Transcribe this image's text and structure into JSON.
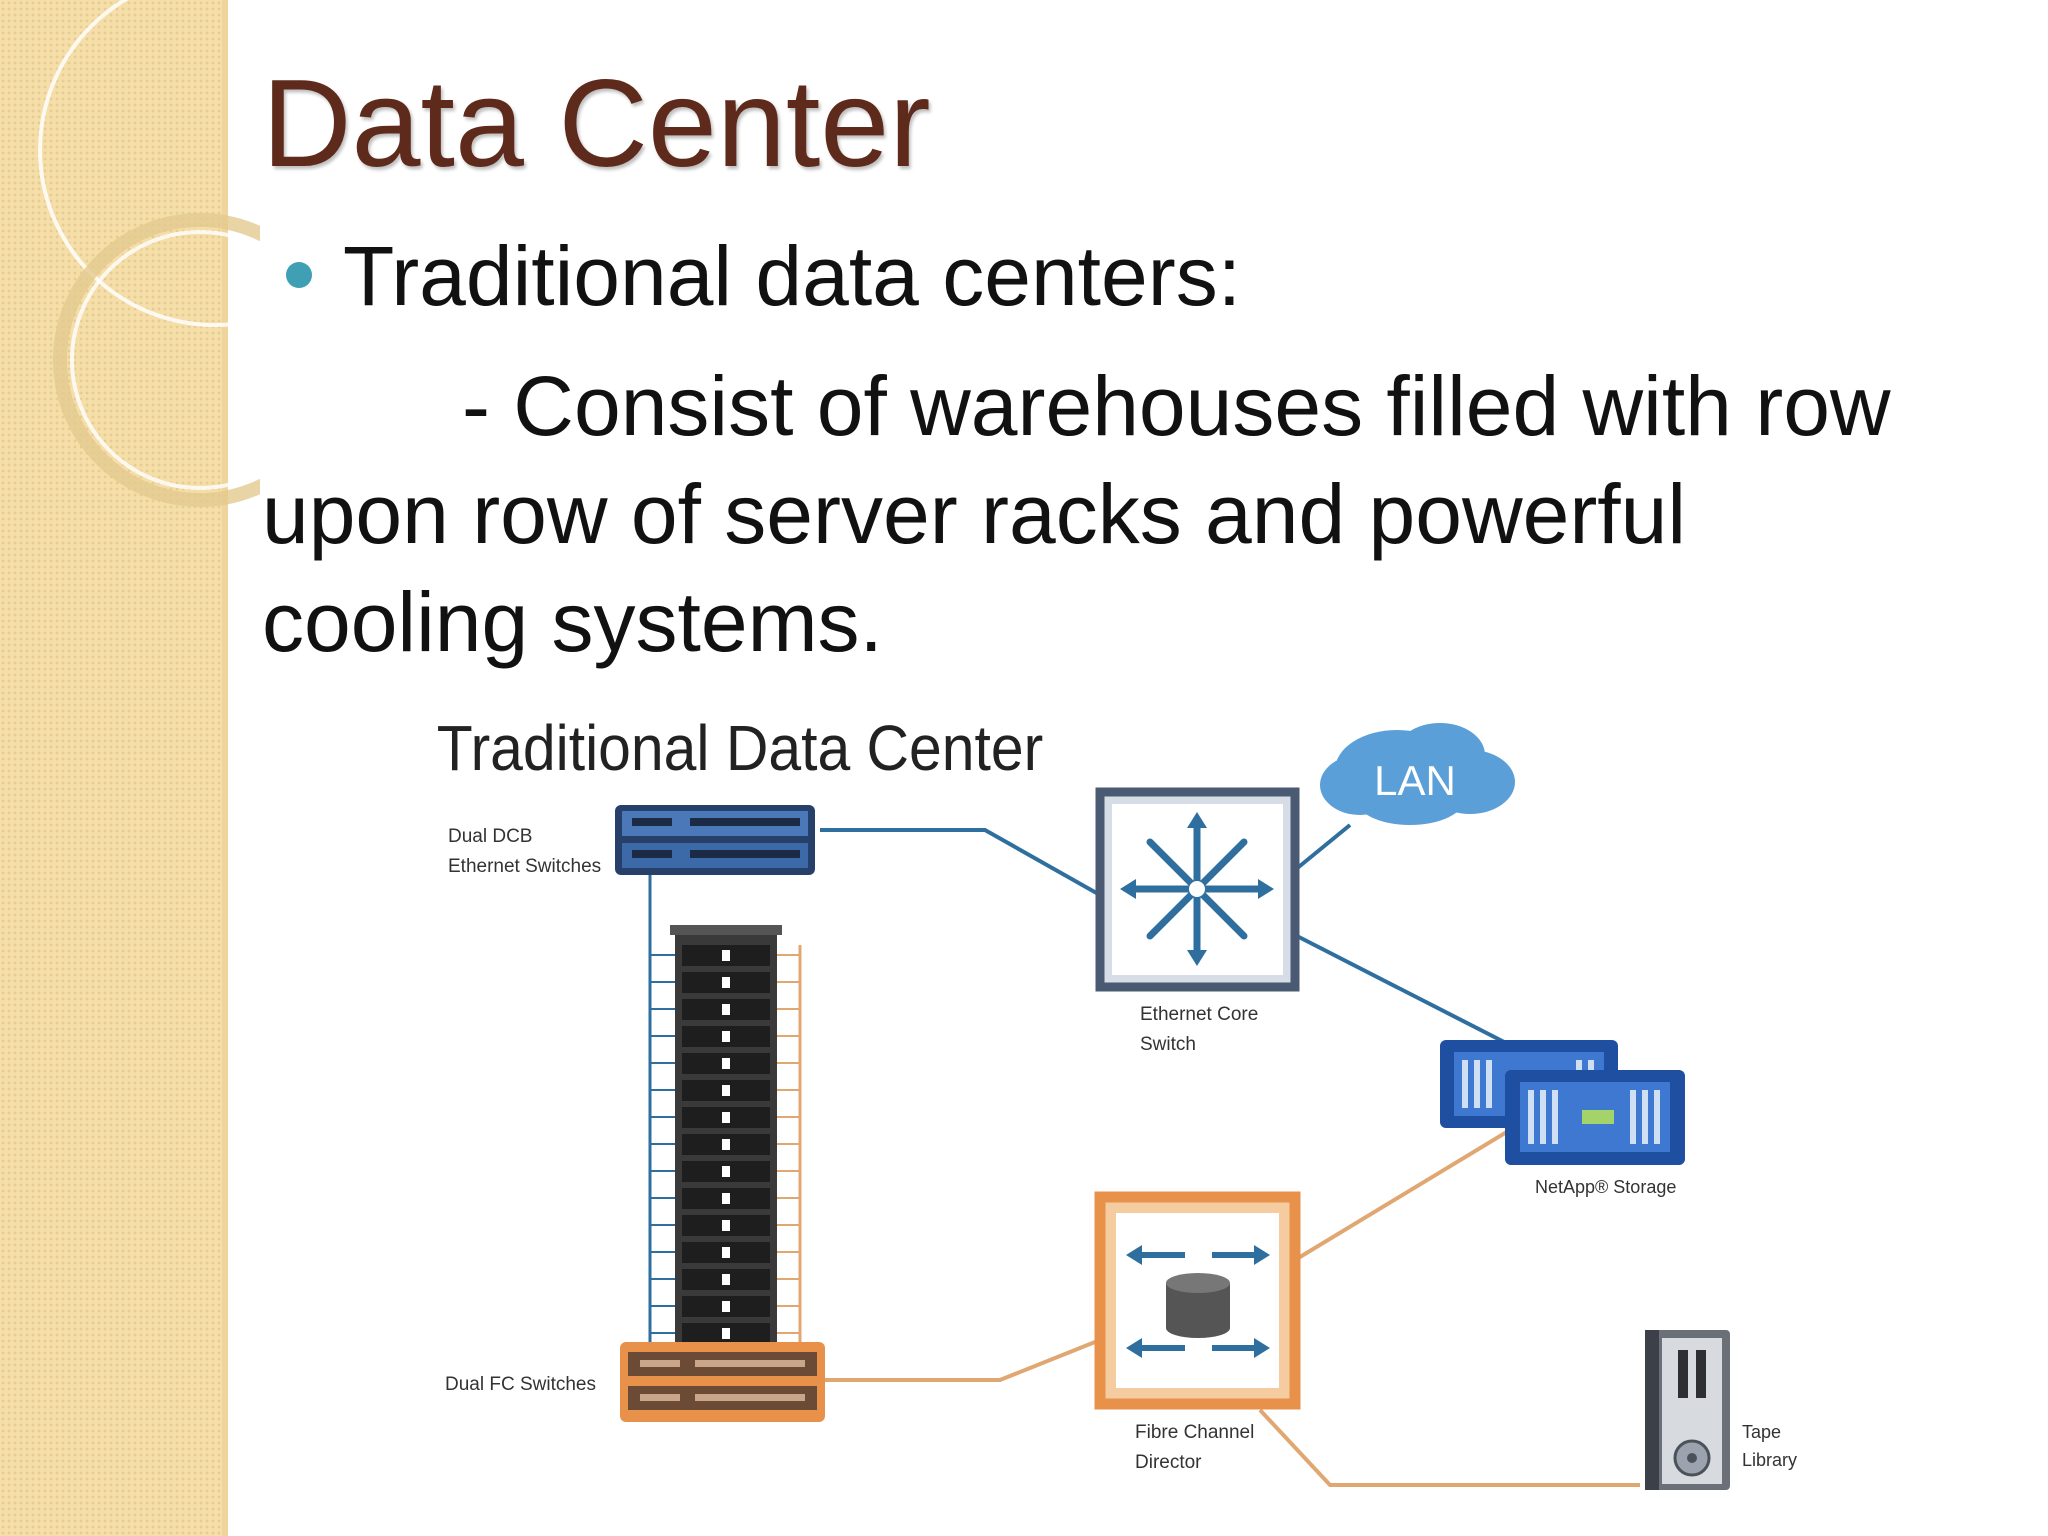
{
  "slide": {
    "title": "Data Center",
    "bullet": "Traditional data centers:",
    "para_line1": "- Consist of warehouses filled with row",
    "para_line2": "upon row of server racks and powerful",
    "para_line3": "cooling systems."
  },
  "diagram": {
    "title": "Traditional Data Center",
    "lan_label": "LAN",
    "dcb_label_1": "Dual  DCB",
    "dcb_label_2": "Ethernet Switches",
    "core_label_1": "Ethernet Core",
    "core_label_2": "Switch",
    "storage_label": "NetApp® Storage",
    "fc_switch_label": "Dual FC Switches",
    "director_label_1": "Fibre Channel",
    "director_label_2": "Director",
    "tape_label_1": "Tape",
    "tape_label_2": "Library"
  },
  "colors": {
    "title": "#5e2a1c",
    "bullet": "#3f9fb3",
    "ethernet": "#2f6f9f",
    "fibre": "#e8914a",
    "stripe": "#f5dea8"
  }
}
